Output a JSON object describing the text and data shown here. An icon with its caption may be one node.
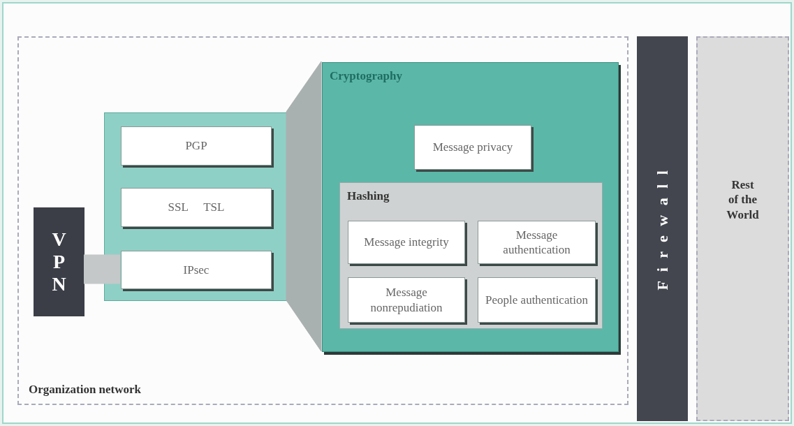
{
  "diagram": {
    "nodes": [
      {
        "text": [
          "Organization network"
        ]
      },
      {
        "text": [
          "V P N"
        ],
        "in": 0
      },
      {
        "text": [],
        "shape": "box",
        "in": 0
      },
      {
        "text": [
          "PGP"
        ],
        "in": 2
      },
      {
        "text": [
          "SSL TSL"
        ],
        "in": 2
      },
      {
        "text": [
          "IPsec"
        ],
        "in": 2
      },
      {
        "text": [
          "Cryptography"
        ],
        "in": 0
      },
      {
        "text": [
          "Message privacy"
        ],
        "in": 6
      },
      {
        "text": [
          "Hashing"
        ],
        "in": 6
      },
      {
        "text": [
          "Message integrity"
        ],
        "in": 8
      },
      {
        "text": [
          "Message authentication"
        ],
        "in": 8
      },
      {
        "text": [
          "Message nonrepudiation"
        ],
        "in": 8
      },
      {
        "text": [
          "People authentication"
        ],
        "in": 8
      },
      {
        "text": [
          "F i r e w a l l"
        ]
      },
      {
        "text": [
          "Rest of the World"
        ]
      }
    ],
    "edges": [
      {
        "from": 1,
        "to": 5,
        "arrow": "none",
        "color": "#c4c8c8"
      },
      {
        "from": 2,
        "to": 6,
        "arrow": "none",
        "color": "#a9b0b0"
      }
    ]
  }
}
